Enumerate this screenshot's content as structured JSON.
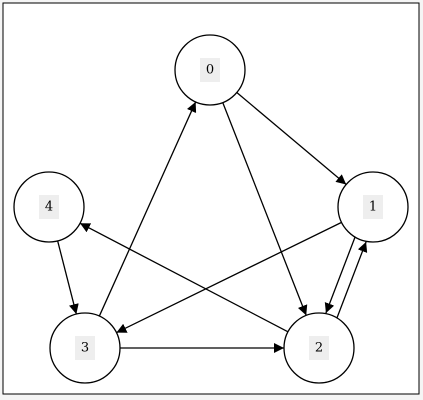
{
  "graph": {
    "nodes": [
      {
        "id": "0",
        "label": "0"
      },
      {
        "id": "1",
        "label": "1"
      },
      {
        "id": "2",
        "label": "2"
      },
      {
        "id": "3",
        "label": "3"
      },
      {
        "id": "4",
        "label": "4"
      }
    ],
    "edges": [
      {
        "from": "0",
        "to": "1"
      },
      {
        "from": "0",
        "to": "2"
      },
      {
        "from": "1",
        "to": "2"
      },
      {
        "from": "2",
        "to": "1"
      },
      {
        "from": "1",
        "to": "3"
      },
      {
        "from": "2",
        "to": "4"
      },
      {
        "from": "3",
        "to": "0"
      },
      {
        "from": "3",
        "to": "2"
      },
      {
        "from": "4",
        "to": "3"
      }
    ],
    "colors": {
      "background": "#ffffff",
      "stroke": "#000000",
      "label_highlight": "#eeeeee"
    }
  }
}
